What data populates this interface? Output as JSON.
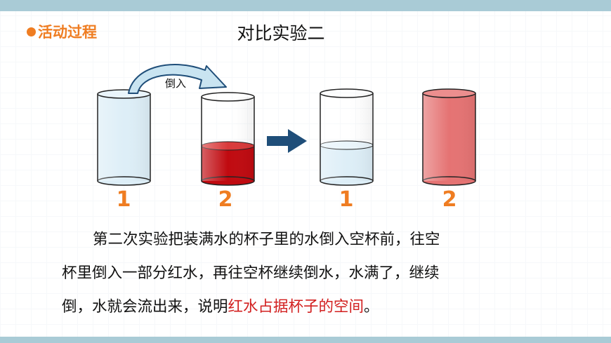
{
  "header": {
    "section_label": "活动过程",
    "title": "对比实验二"
  },
  "diagram": {
    "pour_label": "倒入",
    "labels": [
      "1",
      "2",
      "1",
      "2"
    ],
    "colors": {
      "water": "#ddeef7",
      "red_water": "#c00a10",
      "red_full": "#e57373",
      "arrow": "#1f4e79",
      "label": "#ef7d22"
    }
  },
  "text": {
    "line1": "第二次实验把装满水的杯子里的水倒入空杯前，往空",
    "line2": "杯里倒入一部分红水，再往空杯继续倒水，水满了，继续",
    "line3_prefix": "倒，水就会流出来，说明",
    "line3_highlight": "红水占据杯子的空间",
    "line3_suffix": "。"
  }
}
